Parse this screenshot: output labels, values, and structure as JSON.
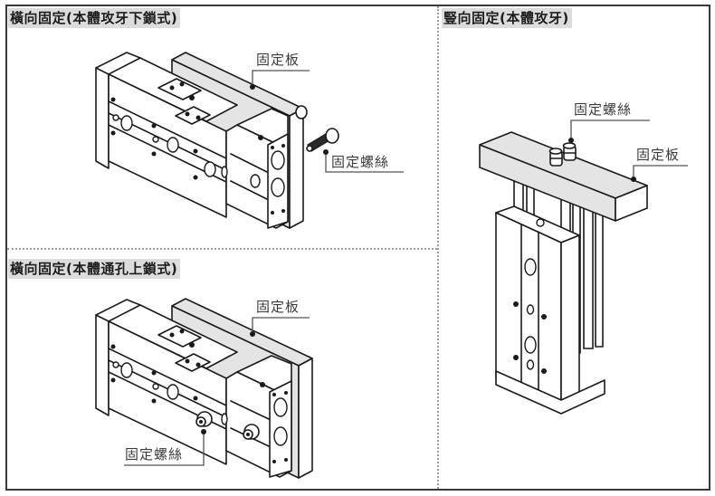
{
  "sections": {
    "horizontal_tapped": {
      "title": "橫向固定(本體攻牙下鎖式)",
      "labels": {
        "plate": "固定板",
        "screw": "固定螺絲"
      }
    },
    "vertical_tapped": {
      "title": "豎向固定(本體攻牙)",
      "labels": {
        "screw": "固定螺絲",
        "plate": "固定板"
      }
    },
    "horizontal_through": {
      "title": "橫向固定(本體通孔上鎖式)",
      "labels": {
        "plate": "固定板",
        "screw": "固定螺絲"
      }
    }
  },
  "colors": {
    "frame": "#3a3a3a",
    "divider": "#9a9a9a",
    "title_bg": "#dcdcdc",
    "plate_fill": "#e4e4e4",
    "line": "#1a1a1a"
  }
}
